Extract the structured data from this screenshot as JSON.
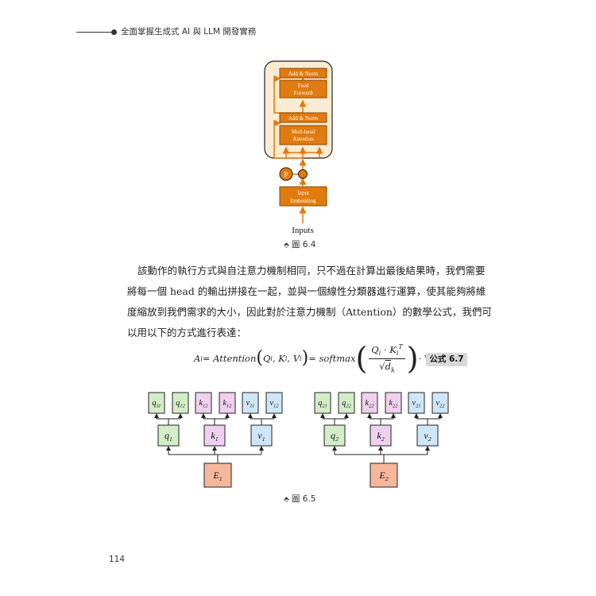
{
  "header": {
    "book_title": "全面掌握生成式 AI 與 LLM 開發實務"
  },
  "figure_6_4": {
    "blocks": {
      "add_norm_top": "Add & Norm",
      "feed_forward_1": "Feed",
      "feed_forward_2": "Forward",
      "add_norm_bottom": "Add & Norm",
      "attention_1": "Muti-head",
      "attention_2": "Attention",
      "input_embedding_1": "Input",
      "input_embedding_2": "Embedding",
      "positional_symbol": "P",
      "inputs_label": "Inputs"
    },
    "caption": "圖 6.4",
    "colors": {
      "block_fill": "#e07b10",
      "block_border": "#8a4a05",
      "panel_fill": "#fbebd3",
      "arrow": "#e07b10"
    }
  },
  "paragraph": {
    "lines": [
      "該動作的執行方式與自注意力機制相同，只不過在計算出最後結果時，我們需要",
      "將每一個 head 的輸出拼接在一起，並與一個線性分類器進行運算，使其能夠將維",
      "度縮放到我們需求的大小，因此對於注意力機制（Attention）的數學公式，我們可",
      "以用以下的方式進行表達："
    ]
  },
  "formula": {
    "lhs": "A",
    "lhs_sub": "i",
    "eq1": " = Attention",
    "args": "Q",
    "args_sub": "i",
    "args_mid": ", K",
    "args_mid_sub": "i",
    "args_end": ", V",
    "args_end_sub": "i",
    "eq2": " = softmax",
    "num_q": "Q",
    "num_q_sub": "i",
    "num_dot": " · K",
    "num_k_sub": "i",
    "num_k_sup": "T",
    "den_sqrt": "√",
    "den_d": "d",
    "den_d_sub": "k",
    "tail": " · V",
    "tail_sub": "i",
    "badge": "公式 6.7"
  },
  "figure_6_5": {
    "groups": [
      {
        "input": "E",
        "input_sub": "1",
        "mid": [
          {
            "v": "q",
            "s": "1"
          },
          {
            "v": "k",
            "s": "1"
          },
          {
            "v": "v",
            "s": "1"
          }
        ],
        "top": [
          {
            "v": "q",
            "s": "11"
          },
          {
            "v": "q",
            "s": "12"
          },
          {
            "v": "k",
            "s": "12"
          },
          {
            "v": "k",
            "s": "12"
          },
          {
            "v": "v",
            "s": "11"
          },
          {
            "v": "v",
            "s": "12"
          }
        ]
      },
      {
        "input": "E",
        "input_sub": "2",
        "mid": [
          {
            "v": "q",
            "s": "2"
          },
          {
            "v": "k",
            "s": "2"
          },
          {
            "v": "v",
            "s": "2"
          }
        ],
        "top": [
          {
            "v": "q",
            "s": "21"
          },
          {
            "v": "q",
            "s": "22"
          },
          {
            "v": "k",
            "s": "22"
          },
          {
            "v": "k",
            "s": "22"
          },
          {
            "v": "v",
            "s": "21"
          },
          {
            "v": "v",
            "s": "22"
          }
        ]
      }
    ],
    "caption": "圖 6.5",
    "colors": {
      "q": "#d4edc9",
      "k": "#efd0ee",
      "v": "#cfe6f8",
      "e": "#f6b69b",
      "border": "#222222"
    }
  },
  "page_number": "114"
}
